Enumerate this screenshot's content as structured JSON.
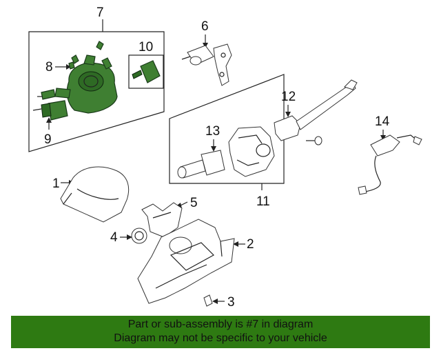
{
  "diagram": {
    "callouts": {
      "c1": "1",
      "c2": "2",
      "c3": "3",
      "c4": "4",
      "c5": "5",
      "c6": "6",
      "c7": "7",
      "c8": "8",
      "c9": "9",
      "c10": "10",
      "c11": "11",
      "c12": "12",
      "c13": "13",
      "c14": "14"
    },
    "highlight_color": "#3f7f32"
  },
  "footer": {
    "line1": "Part or sub-assembly is #7 in diagram",
    "line2": "Diagram may not be specific to your vehicle",
    "background": "#2e7a12"
  }
}
